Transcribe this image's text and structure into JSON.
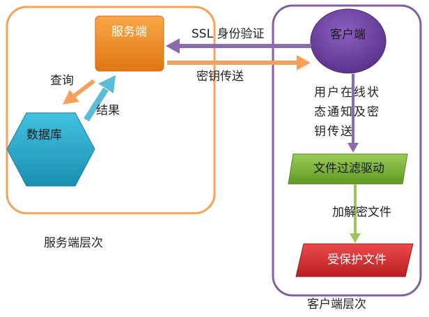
{
  "server": {
    "title": "服务端",
    "layer_label": "服务端层次",
    "query_label": "查询",
    "result_label": "结果",
    "database_label": "数据库"
  },
  "client": {
    "title": "客户端",
    "layer_label": "客户端层次",
    "notice_line1": "用户在线状",
    "notice_line2": "态通知及密",
    "notice_line3": "钥传送",
    "filter_driver": "文件过滤驱动",
    "crypto_label": "加解密文件",
    "protected_files": "受保护文件"
  },
  "links": {
    "ssl_label": "SSL 身份验证",
    "key_transfer_label": "密钥传送"
  },
  "colors": {
    "server_frame": "#f5a15a",
    "client_frame": "#8060a0",
    "server_box": "#f28c28",
    "client_ellipse": "#6a3f9e",
    "database": "#2aa6c8",
    "filter_driver": "#7db33a",
    "protected_files": "#d62f33",
    "arrow_orange": "#f5a15a",
    "arrow_purple": "#8a6bb0",
    "arrow_teal": "#5bbcd6",
    "arrow_green": "#9ec45a"
  }
}
